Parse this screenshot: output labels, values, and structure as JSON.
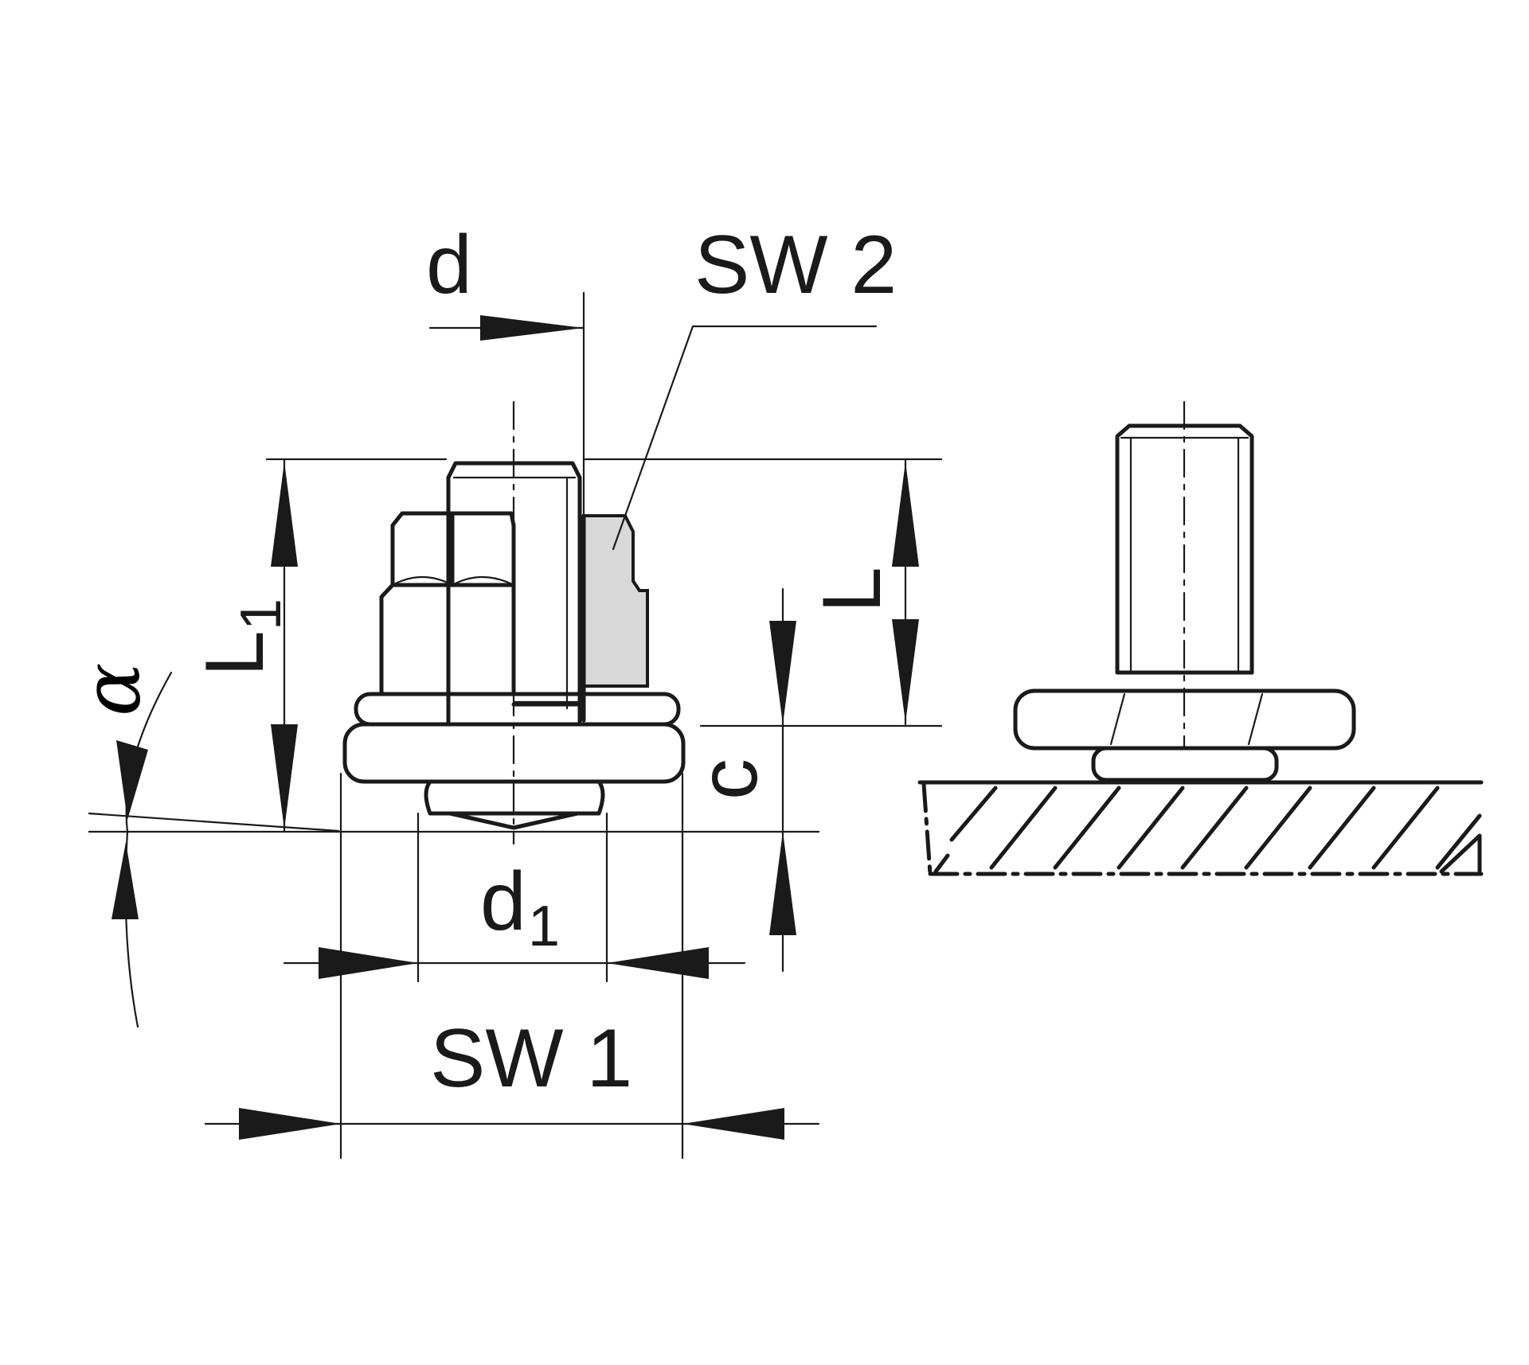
{
  "drawing": {
    "labels": {
      "d": "d",
      "sw2": "SW 2",
      "l1_main": "L",
      "l1_sub": "1",
      "alpha": "α",
      "l": "L",
      "c": "c",
      "d1_main": "d",
      "d1_sub": "1",
      "sw1": "SW 1"
    },
    "colors": {
      "line": "#1a1a1a",
      "shaded_part": "#d9d9d9",
      "background": "#ffffff"
    }
  }
}
